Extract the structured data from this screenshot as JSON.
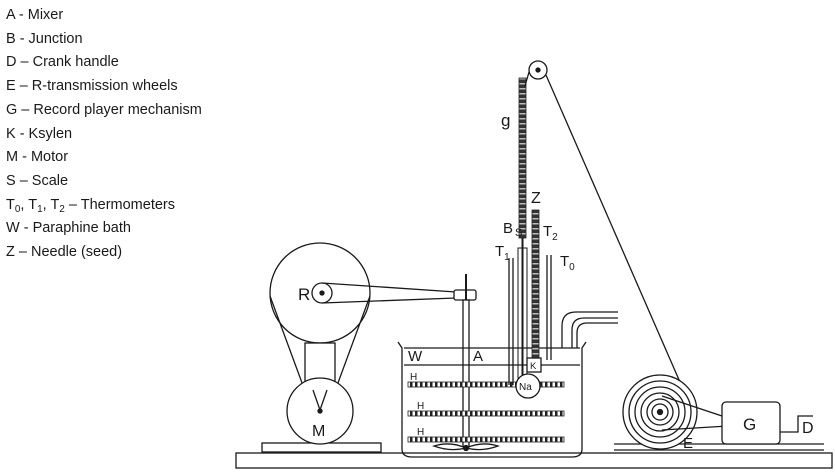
{
  "legend": [
    {
      "text": "A - Mixer"
    },
    {
      "text": "B - Junction"
    },
    {
      "text": "D – Crank handle"
    },
    {
      "text": "E – R-transmission wheels"
    },
    {
      "text": "G – Record player mechanism"
    },
    {
      "text": "K - Ksylen"
    },
    {
      "text": "M - Motor"
    },
    {
      "text": "S – Scale"
    },
    {
      "thermo": {
        "t0": "T",
        "s0": "0",
        "sep1": ", ",
        "t1": "T",
        "s1": "1",
        "sep2": ", ",
        "t2": "T",
        "s2": "2",
        "rest": " – Thermometers"
      }
    },
    {
      "text": "W - Paraphine bath"
    },
    {
      "text": "Z – Needle (seed)"
    }
  ],
  "labels": {
    "R": "R",
    "M": "M",
    "W": "W",
    "A": "A",
    "K": "K",
    "Na": "Na",
    "H1": "H",
    "H2": "H",
    "H3": "H",
    "g": "g",
    "Z": "Z",
    "B": "B",
    "S": "S",
    "T1": "T",
    "T1sub": "1",
    "T2": "T",
    "T2sub": "2",
    "T0": "T",
    "T0sub": "0",
    "G": "G",
    "E": "E",
    "D": "D"
  }
}
